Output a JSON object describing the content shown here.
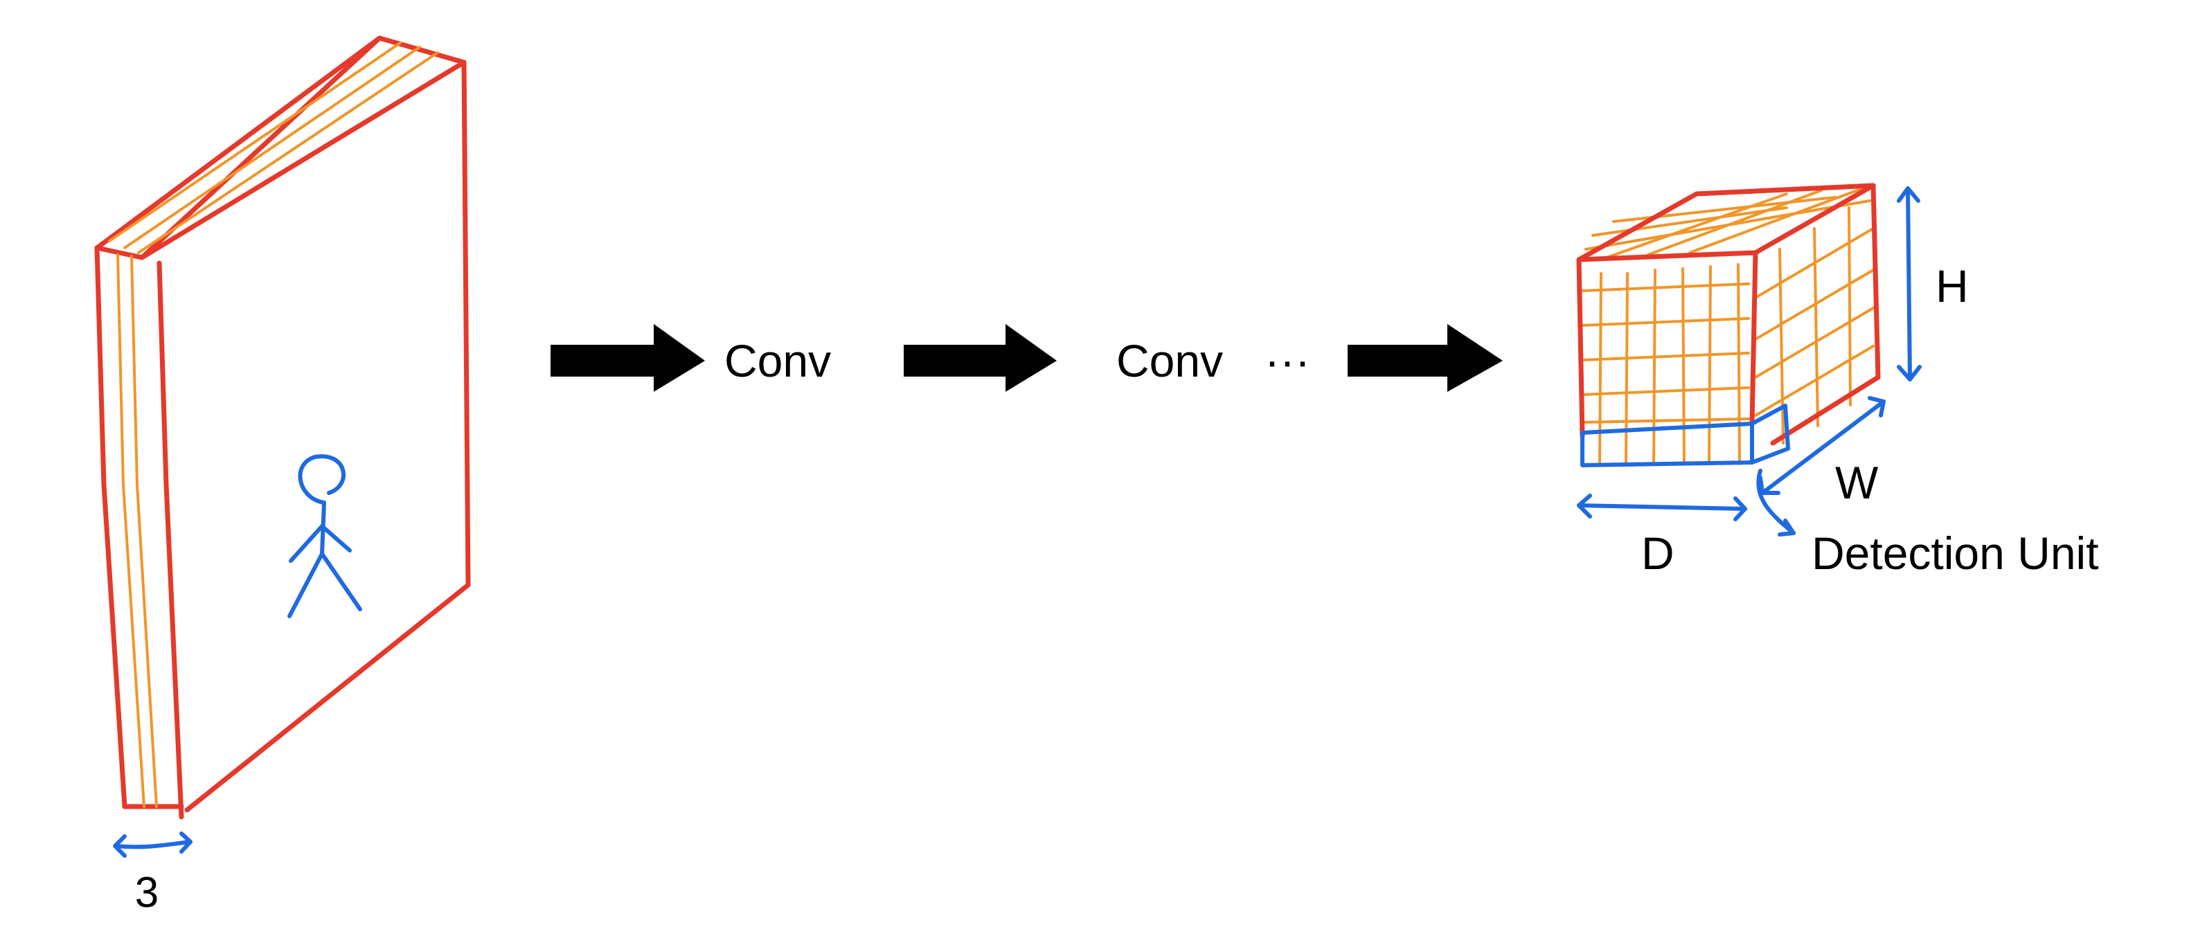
{
  "labels": {
    "channels": "3",
    "conv1": "Conv",
    "conv2": "Conv",
    "ellipsis": "···",
    "height": "H",
    "width": "W",
    "depth": "D",
    "detection_unit": "Detection Unit"
  },
  "colors": {
    "volume_outline": "#e5392b",
    "grid_lines": "#f0962a",
    "annotations": "#1f6ae0",
    "arrows": "#000000"
  },
  "icons": [
    "input-slab-icon",
    "person-icon",
    "feature-cube-icon",
    "arrow-icon"
  ]
}
